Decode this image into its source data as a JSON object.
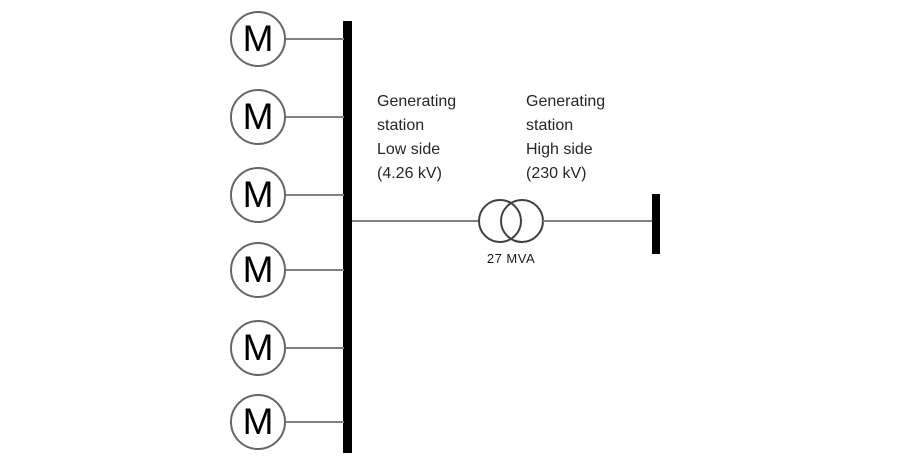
{
  "motors": [
    "M",
    "M",
    "M",
    "M",
    "M",
    "M"
  ],
  "labels": {
    "low_side": {
      "lines": [
        "Generating",
        "station",
        "Low side",
        "(4.26 kV)"
      ]
    },
    "high_side": {
      "lines": [
        "Generating",
        "station",
        "High side",
        "(230 kV)"
      ]
    }
  },
  "transformer": {
    "rating": "27 MVA"
  },
  "colors": {
    "bus_bar": "#000000",
    "connector_line": "#808080",
    "motor_circle_stroke": "#666666",
    "transformer_stroke": "#404040",
    "label_text": "#262626"
  }
}
